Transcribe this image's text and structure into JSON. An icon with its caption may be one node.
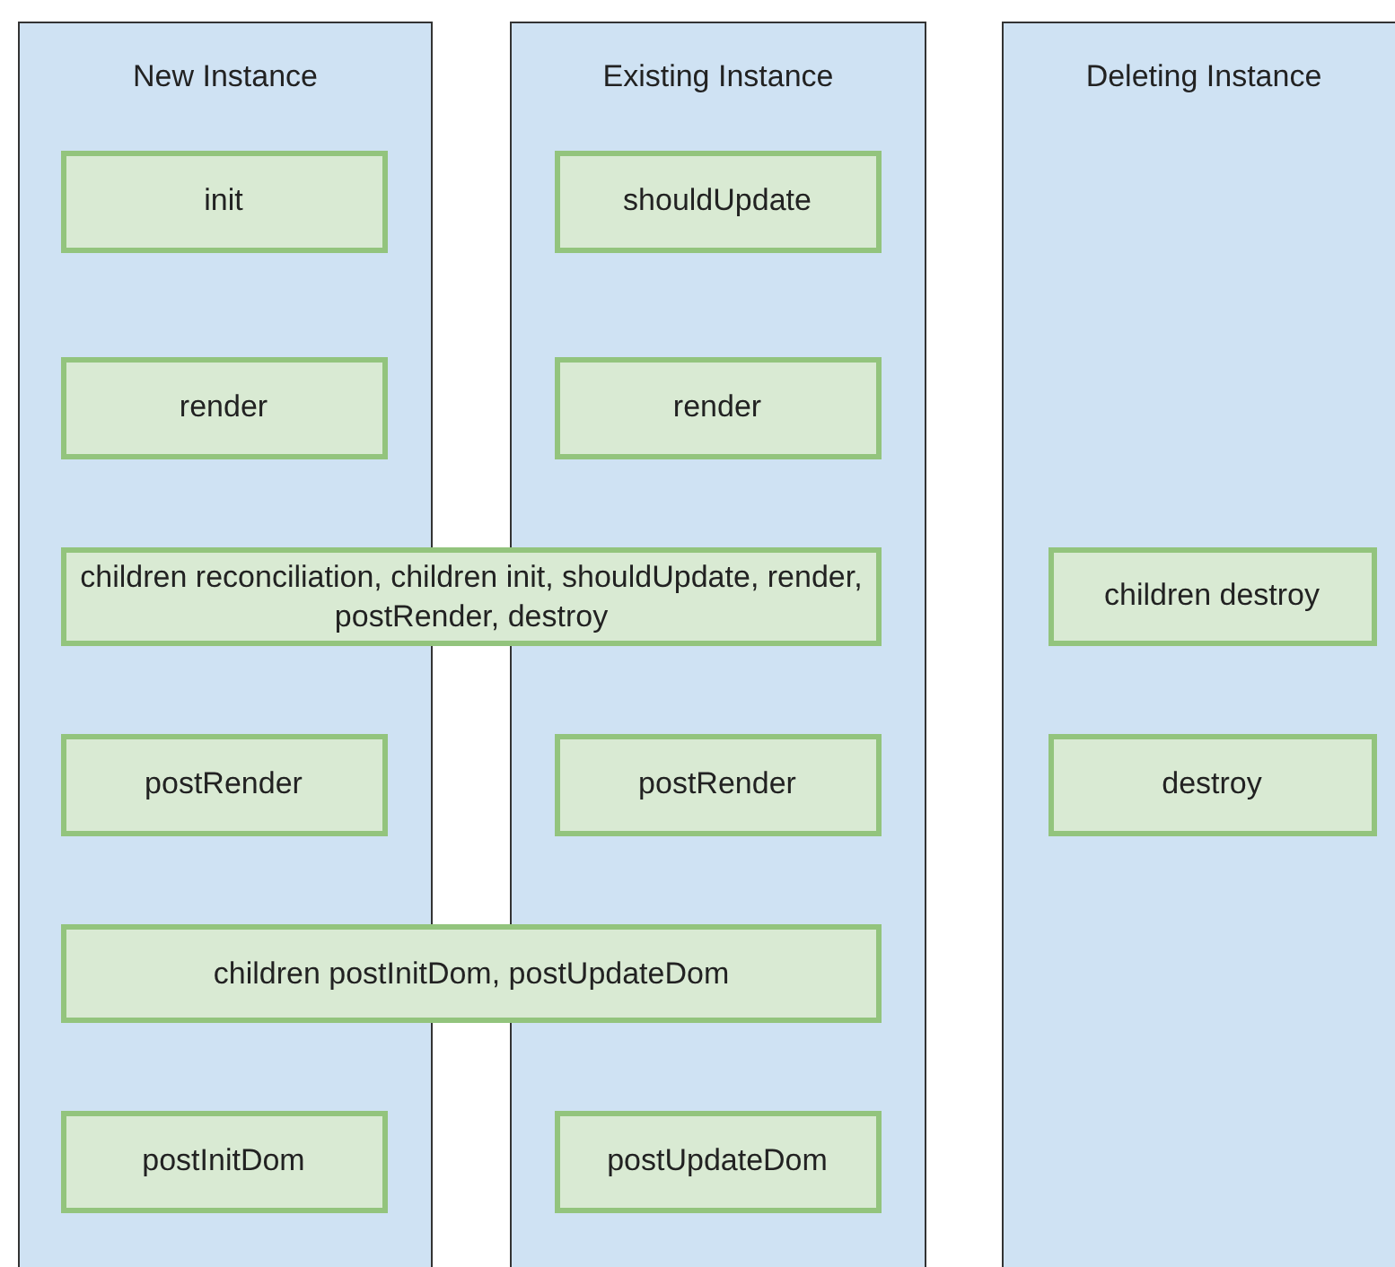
{
  "diagram": {
    "nodes": [
      {
        "text": [
          "New Instance"
        ]
      },
      {
        "text": [
          "Existing Instance"
        ]
      },
      {
        "text": [
          "Deleting Instance"
        ]
      },
      {
        "text": [
          "init"
        ],
        "in": 0
      },
      {
        "text": [
          "shouldUpdate"
        ],
        "in": 1
      },
      {
        "text": [
          "render"
        ],
        "in": 0
      },
      {
        "text": [
          "render"
        ],
        "in": 1
      },
      {
        "text": [
          "children reconciliation, children init, shouldUpdate, render, postRender, destroy"
        ]
      },
      {
        "text": [
          "children destroy"
        ],
        "in": 2
      },
      {
        "text": [
          "postRender"
        ],
        "in": 0
      },
      {
        "text": [
          "postRender"
        ],
        "in": 1
      },
      {
        "text": [
          "destroy"
        ],
        "in": 2
      },
      {
        "text": [
          "children postInitDom, postUpdateDom"
        ]
      },
      {
        "text": [
          "postInitDom"
        ],
        "in": 0
      },
      {
        "text": [
          "postUpdateDom"
        ],
        "in": 1
      }
    ]
  }
}
